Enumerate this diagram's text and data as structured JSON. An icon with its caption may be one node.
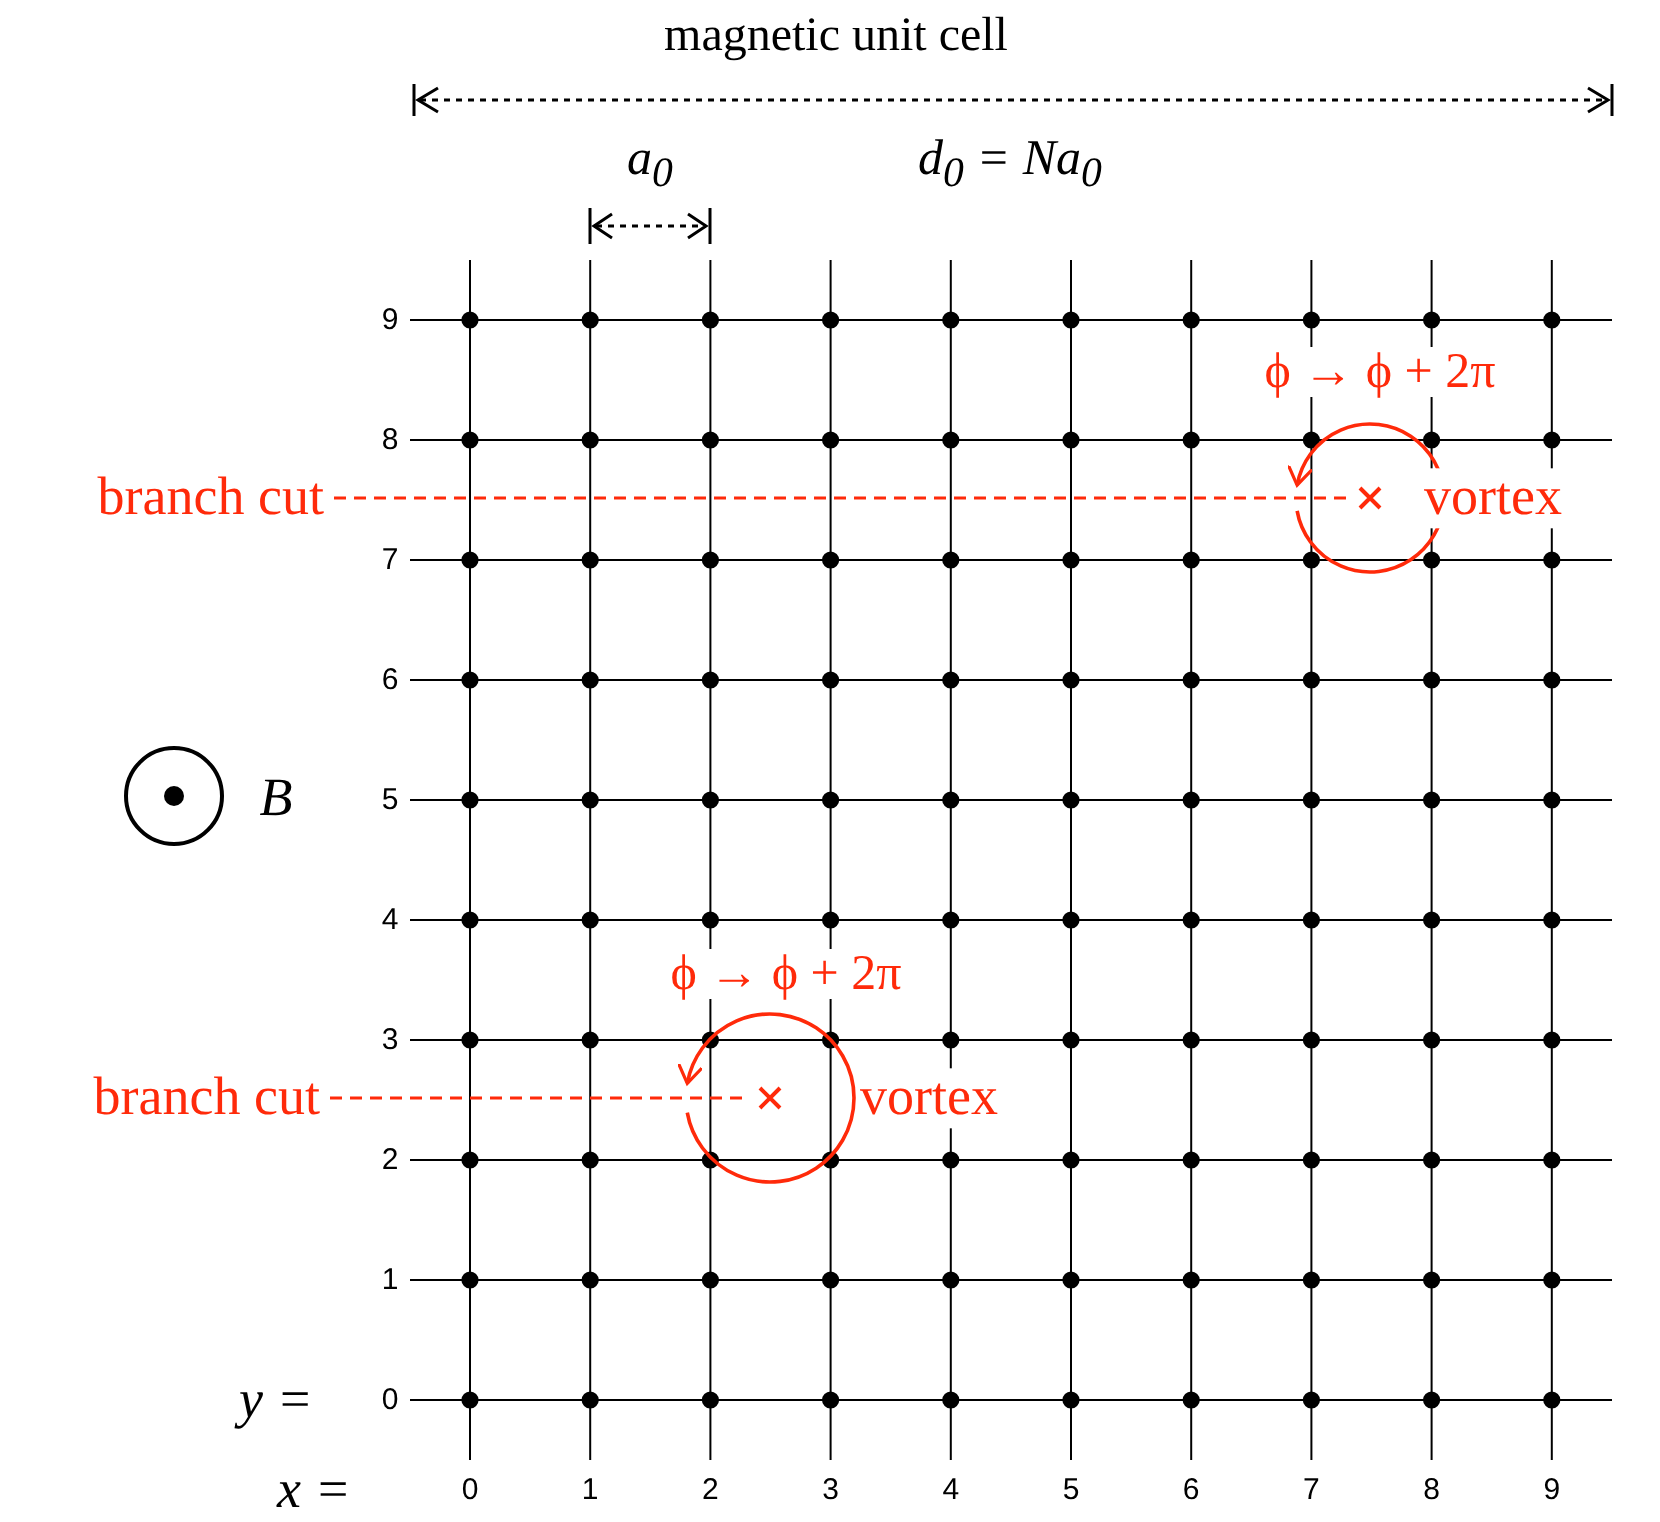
{
  "diagram": {
    "nodes": [
      {
        "text": [
          "branch cut"
        ]
      },
      {
        "text": [],
        "shape": "cross",
        "beside": [
          "vortex"
        ]
      },
      {
        "text": [
          "branch cut"
        ]
      },
      {
        "text": [],
        "shape": "cross",
        "beside": [
          "vortex"
        ]
      }
    ],
    "edges": [
      {
        "from": 0,
        "to": 1,
        "arrow": "none",
        "style": "dashed",
        "color": "#ff2a0a"
      },
      {
        "from": 2,
        "to": 3,
        "arrow": "none",
        "style": "dashed",
        "color": "#ff2a0a"
      }
    ],
    "labels": [
      "magnetic unit cell",
      "a$_{0}$",
      "d$_{0}$ = Na$_{0}$",
      "ϕ → ϕ + 2π",
      "B",
      "ϕ → ϕ + 2π",
      "y =",
      "x =",
      "9",
      "8",
      "7",
      "6",
      "5",
      "4",
      "3",
      "2",
      "1",
      "0",
      "0",
      "1",
      "2",
      "3",
      "4",
      "5",
      "6",
      "7",
      "8",
      "9"
    ]
  }
}
